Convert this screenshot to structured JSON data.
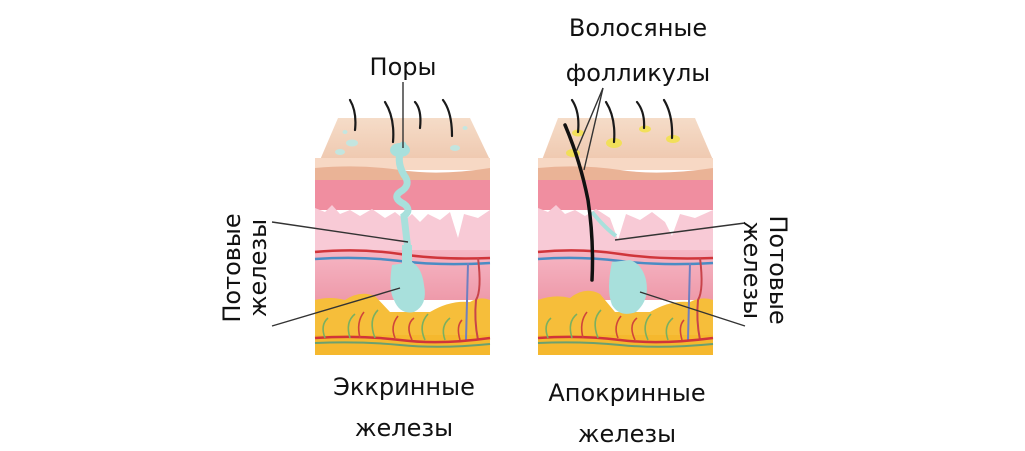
{
  "labels": {
    "pores": "Поры",
    "hair_follicles_line1": "Волосяные",
    "hair_follicles_line2": "фолликулы",
    "sweat_glands_left_line1": "Потовые",
    "sweat_glands_left_line2": "железы",
    "sweat_glands_right_line1": "Потовые",
    "sweat_glands_right_line2": "железы",
    "eccrine_line1": "Эккринные",
    "eccrine_line2": "железы",
    "apocrine_line1": "Апокринные",
    "apocrine_line2": "железы"
  },
  "panels": [
    {
      "name": "eccrine-glands-skin-section",
      "caption": "Эккринные железы"
    },
    {
      "name": "apocrine-glands-skin-section",
      "caption": "Апокринные железы"
    }
  ],
  "colors": {
    "epidermis_top": "#f3d3bd",
    "epidermis_band": "#eab89a",
    "dermis_upper": "#f08ea0",
    "dermis_papillary": "#f8cad6",
    "dermis_lower": "#f2a8b8",
    "subcutaneous_fat": "#f6be3a",
    "gland": "#a8e0dc",
    "artery": "#d0353a",
    "vein": "#4a8cc4",
    "nerve": "#7ab060",
    "hair": "#1a1a1a",
    "follicle_glow": "#f2e24a",
    "leader_line": "#333333"
  }
}
